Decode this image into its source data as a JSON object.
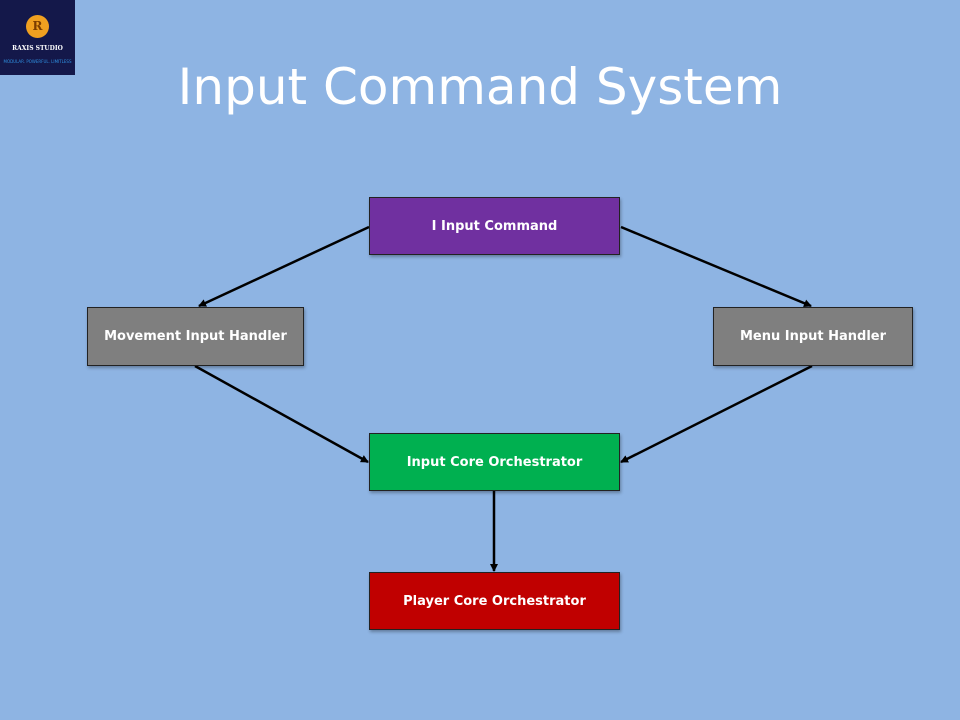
{
  "logo": {
    "brand": "RAXIS STUDIO",
    "tagline": "MODULAR. POWERFUL. LIMITLESS"
  },
  "title": "Input Command System",
  "nodes": [
    {
      "id": "iinput",
      "label": "I Input Command",
      "color": "#7030a0"
    },
    {
      "id": "movement",
      "label": "Movement Input Handler",
      "color": "#7f7f7f"
    },
    {
      "id": "menu",
      "label": "Menu Input Handler",
      "color": "#7f7f7f"
    },
    {
      "id": "inputcore",
      "label": "Input Core Orchestrator",
      "color": "#00b050"
    },
    {
      "id": "playercore",
      "label": "Player Core Orchestrator",
      "color": "#c00000"
    }
  ],
  "edges": [
    {
      "from": "iinput",
      "to": "movement"
    },
    {
      "from": "iinput",
      "to": "menu"
    },
    {
      "from": "movement",
      "to": "inputcore"
    },
    {
      "from": "menu",
      "to": "inputcore"
    },
    {
      "from": "inputcore",
      "to": "playercore"
    }
  ]
}
